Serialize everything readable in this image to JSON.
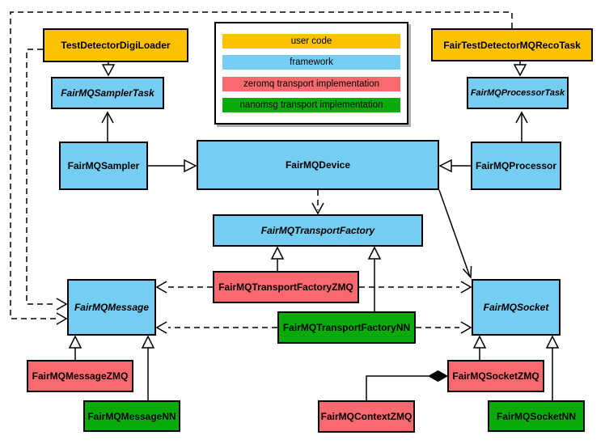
{
  "legend": {
    "items": [
      {
        "label": "user code",
        "category": "user-code",
        "color": "#FCC200"
      },
      {
        "label": "framework",
        "category": "framework",
        "color": "#76CDF2"
      },
      {
        "label": "zeromq transport implementation",
        "category": "zeromq",
        "color": "#F9696E"
      },
      {
        "label": "nanomsg transport implementation",
        "category": "nanomsg",
        "color": "#09AB09"
      }
    ]
  },
  "nodes": {
    "testdetectordigiloader": {
      "label": "TestDetectorDigiLoader",
      "category": "user-code",
      "abstract": false
    },
    "fairtestdetectormqrecotask": {
      "label": "FairTestDetectorMQRecoTask",
      "category": "user-code",
      "abstract": false
    },
    "fairmqsamplertask": {
      "label": "FairMQSamplerTask",
      "category": "framework",
      "abstract": true
    },
    "fairmqprocessortask": {
      "label": "FairMQProcessorTask",
      "category": "framework",
      "abstract": true
    },
    "fairmqsampler": {
      "label": "FairMQSampler",
      "category": "framework",
      "abstract": false
    },
    "fairmqdevice": {
      "label": "FairMQDevice",
      "category": "framework",
      "abstract": false
    },
    "fairmqprocessor": {
      "label": "FairMQProcessor",
      "category": "framework",
      "abstract": false
    },
    "fairmqtransportfactory": {
      "label": "FairMQTransportFactory",
      "category": "framework",
      "abstract": true
    },
    "fairmqtransportfactoryzmq": {
      "label": "FairMQTransportFactoryZMQ",
      "category": "zeromq",
      "abstract": false
    },
    "fairmqtransportfactorynn": {
      "label": "FairMQTransportFactoryNN",
      "category": "nanomsg",
      "abstract": false
    },
    "fairmqmessage": {
      "label": "FairMQMessage",
      "category": "framework",
      "abstract": true
    },
    "fairmqsocket": {
      "label": "FairMQSocket",
      "category": "framework",
      "abstract": true
    },
    "fairmqmessagezmq": {
      "label": "FairMQMessageZMQ",
      "category": "zeromq",
      "abstract": false
    },
    "fairmqmessagenn": {
      "label": "FairMQMessageNN",
      "category": "nanomsg",
      "abstract": false
    },
    "fairmqsocketzmq": {
      "label": "FairMQSocketZMQ",
      "category": "zeromq",
      "abstract": false
    },
    "fairmqcontextzmq": {
      "label": "FairMQContextZMQ",
      "category": "zeromq",
      "abstract": false
    },
    "fairmqsocketnn": {
      "label": "FairMQSocketNN",
      "category": "nanomsg",
      "abstract": false
    }
  },
  "edges": [
    {
      "from": "TestDetectorDigiLoader",
      "to": "FairMQSamplerTask",
      "type": "inheritance",
      "style": "solid"
    },
    {
      "from": "FairTestDetectorMQRecoTask",
      "to": "FairMQProcessorTask",
      "type": "inheritance",
      "style": "solid"
    },
    {
      "from": "FairMQSampler",
      "to": "FairMQSamplerTask",
      "type": "association",
      "style": "solid"
    },
    {
      "from": "FairMQProcessor",
      "to": "FairMQProcessorTask",
      "type": "association",
      "style": "solid"
    },
    {
      "from": "FairMQSampler",
      "to": "FairMQDevice",
      "type": "inheritance",
      "style": "solid"
    },
    {
      "from": "FairMQProcessor",
      "to": "FairMQDevice",
      "type": "inheritance",
      "style": "solid"
    },
    {
      "from": "FairMQDevice",
      "to": "FairMQTransportFactory",
      "type": "dependency",
      "style": "dashed"
    },
    {
      "from": "FairMQDevice",
      "to": "FairMQSocket",
      "type": "association",
      "style": "solid"
    },
    {
      "from": "FairMQTransportFactoryZMQ",
      "to": "FairMQTransportFactory",
      "type": "inheritance",
      "style": "solid"
    },
    {
      "from": "FairMQTransportFactoryNN",
      "to": "FairMQTransportFactory",
      "type": "inheritance",
      "style": "solid"
    },
    {
      "from": "FairMQTransportFactoryZMQ",
      "to": "FairMQMessage",
      "type": "dependency",
      "style": "dashed"
    },
    {
      "from": "FairMQTransportFactoryZMQ",
      "to": "FairMQSocket",
      "type": "dependency",
      "style": "dashed"
    },
    {
      "from": "FairMQTransportFactoryNN",
      "to": "FairMQMessage",
      "type": "dependency",
      "style": "dashed"
    },
    {
      "from": "FairMQTransportFactoryNN",
      "to": "FairMQSocket",
      "type": "dependency",
      "style": "dashed"
    },
    {
      "from": "TestDetectorDigiLoader",
      "to": "FairMQMessage",
      "type": "dependency",
      "style": "dashed"
    },
    {
      "from": "FairTestDetectorMQRecoTask",
      "to": "FairMQMessage",
      "type": "dependency",
      "style": "dashed"
    },
    {
      "from": "FairMQMessageZMQ",
      "to": "FairMQMessage",
      "type": "inheritance",
      "style": "solid"
    },
    {
      "from": "FairMQMessageNN",
      "to": "FairMQMessage",
      "type": "inheritance",
      "style": "solid"
    },
    {
      "from": "FairMQSocketZMQ",
      "to": "FairMQSocket",
      "type": "inheritance",
      "style": "solid"
    },
    {
      "from": "FairMQSocketNN",
      "to": "FairMQSocket",
      "type": "inheritance",
      "style": "solid"
    },
    {
      "from": "FairMQContextZMQ",
      "to": "FairMQSocketZMQ",
      "type": "composition",
      "style": "solid"
    }
  ],
  "colors": {
    "user_code": "#FCC200",
    "framework": "#76CDF2",
    "zeromq": "#F9696E",
    "nanomsg": "#09AB09",
    "line": "#000000",
    "background": "#FFFFFF"
  }
}
